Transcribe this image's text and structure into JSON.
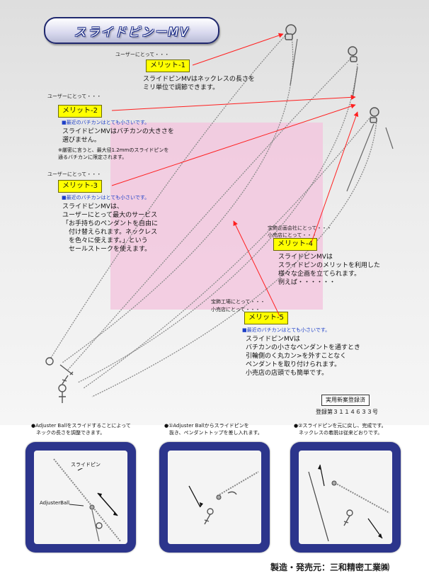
{
  "title": "スライドピンーMV",
  "merits": [
    {
      "audience": [
        "ユーザーにとって・・・"
      ],
      "badge": "メリット-1",
      "note": "",
      "body": [
        "スライドピンMVはネックレスの長さを",
        "ミリ単位で調節できます。"
      ],
      "fine": []
    },
    {
      "audience": [
        "ユーザーにとって・・・"
      ],
      "badge": "メリット-2",
      "note": "■最近のバチカンはとても小さいです。",
      "body": [
        "スライドピンMVはバチカンの大きさを",
        "選びません。"
      ],
      "fine": [
        "※厳密に言うと、最大径1.2mmのスライドピンを",
        "通るバチカンに限定されます。"
      ]
    },
    {
      "audience": [
        "ユーザーにとって・・・"
      ],
      "badge": "メリット-3",
      "note": "■最近のバチカンはとても小さいです。",
      "body": [
        "スライドピンMVは、",
        "ユーザーにとって最大のサービス",
        "「お手持ちのペンダントを自由に",
        "　付け替えられます。ネックレス",
        "　を色々に使えます。」という",
        "　セールストークを使えます。"
      ],
      "fine": []
    },
    {
      "audience": [
        "宝飾企画会社にとって・・・",
        "小売店にとって・・・"
      ],
      "badge": "メリット-4",
      "note": "",
      "body": [
        "スライドピンMVは",
        "スライドピンのメリットを利用した",
        "様々な企画を立てられます。",
        "例えば・・・・・・"
      ],
      "fine": []
    },
    {
      "audience": [
        "宝飾工場にとって・・・",
        "小売店にとって・・・"
      ],
      "badge": "メリット-5",
      "note": "■最近のバチカンはとても小さいです。",
      "body": [
        "スライドピンMVは",
        "バチカンの小さなペンダントを通すとき",
        "引輪側のく丸カン>を外すことなく",
        "ペンダントを取り付けられます。",
        "小売店の店頭でも簡単です。"
      ],
      "fine": []
    }
  ],
  "registration": {
    "label": "実用新案登録済",
    "number": "登録第３１１４６３３号"
  },
  "steps": [
    {
      "caption": [
        "●Adjuster Ballをスライドすることによって",
        "　ネックの長さを調整できます。"
      ],
      "labels": [
        "スライドピン",
        "AdjusterBall"
      ]
    },
    {
      "caption": [
        "●①Adjuster Ballからスライドピンを",
        "　抜き、ペンダントトップを差し入れます。"
      ],
      "labels": []
    },
    {
      "caption": [
        "●②スライドピンを元に戻し、完成です。",
        "　ネックレスの着脱は従来どおりです。"
      ],
      "labels": []
    }
  ],
  "footer": "製造・発売元：三和精密工業㈱",
  "colors": {
    "badge": "#ffff00",
    "note_text": "#1e40c8",
    "pink_panel": "#f4c4de",
    "arrow": "#ff2020",
    "photo_frame": "#2c358c",
    "title_outline": "#1d2d8a"
  }
}
